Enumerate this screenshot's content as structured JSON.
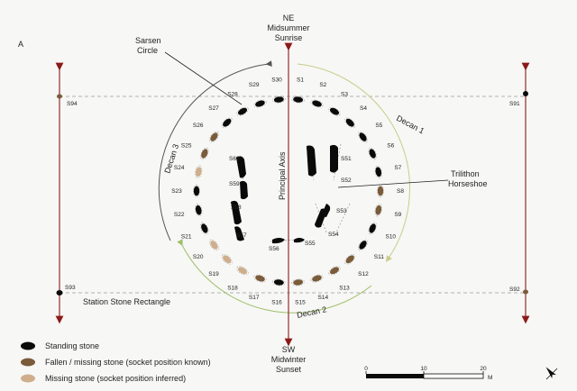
{
  "panel_label": "A",
  "top_label": [
    "NE",
    "Midsummer",
    "Sunrise"
  ],
  "bottom_label": [
    "SW",
    "Midwinter",
    "Sunset"
  ],
  "sarsen_label": [
    "Sarsen",
    "Circle"
  ],
  "trilithon_label": [
    "Trilithon",
    "Horseshoe"
  ],
  "axis_label": "Principal Axis",
  "station_rect_label": "Station Stone Rectangle",
  "decans": [
    "Decan 1",
    "Decan 2",
    "Decan 3"
  ],
  "station_stones": [
    "S91",
    "S92",
    "S93",
    "S94"
  ],
  "stones": [
    {
      "id": "S1",
      "type": "standing"
    },
    {
      "id": "S2",
      "type": "standing"
    },
    {
      "id": "S3",
      "type": "standing"
    },
    {
      "id": "S4",
      "type": "standing"
    },
    {
      "id": "S5",
      "type": "standing"
    },
    {
      "id": "S6",
      "type": "standing"
    },
    {
      "id": "S7",
      "type": "standing"
    },
    {
      "id": "S8",
      "type": "fallen"
    },
    {
      "id": "S9",
      "type": "fallen"
    },
    {
      "id": "S10",
      "type": "standing"
    },
    {
      "id": "S11",
      "type": "standing"
    },
    {
      "id": "S12",
      "type": "fallen"
    },
    {
      "id": "S13",
      "type": "fallen"
    },
    {
      "id": "S14",
      "type": "fallen"
    },
    {
      "id": "S15",
      "type": "fallen"
    },
    {
      "id": "S16",
      "type": "standing"
    },
    {
      "id": "S17",
      "type": "fallen"
    },
    {
      "id": "S18",
      "type": "missing"
    },
    {
      "id": "S19",
      "type": "missing"
    },
    {
      "id": "S20",
      "type": "missing"
    },
    {
      "id": "S21",
      "type": "standing"
    },
    {
      "id": "S22",
      "type": "standing"
    },
    {
      "id": "S23",
      "type": "standing"
    },
    {
      "id": "S24",
      "type": "missing"
    },
    {
      "id": "S25",
      "type": "fallen"
    },
    {
      "id": "S26",
      "type": "fallen"
    },
    {
      "id": "S27",
      "type": "standing"
    },
    {
      "id": "S28",
      "type": "standing"
    },
    {
      "id": "S29",
      "type": "standing"
    },
    {
      "id": "S30",
      "type": "standing"
    }
  ],
  "trilithon_stones": [
    "S51",
    "S52",
    "S53",
    "S54",
    "S55",
    "S56",
    "S57",
    "S58",
    "S59",
    "S60"
  ],
  "legend": [
    {
      "label": "Standing stone",
      "color": "#0a0a0a"
    },
    {
      "label": "Fallen / missing stone (socket position known)",
      "color": "#7a5b3a"
    },
    {
      "label": "Missing stone (socket position inferred)",
      "color": "#cfae8c"
    }
  ],
  "scale": {
    "ticks": [
      "0",
      "10",
      "20"
    ],
    "unit": "M"
  },
  "colors": {
    "standing": "#0a0a0a",
    "fallen": "#7a5b3a",
    "missing": "#cfae8c",
    "axis": "#8b1a1a",
    "decan1": "#c9cc8a",
    "decan2": "#9fbf6a",
    "decan3": "#555555"
  }
}
